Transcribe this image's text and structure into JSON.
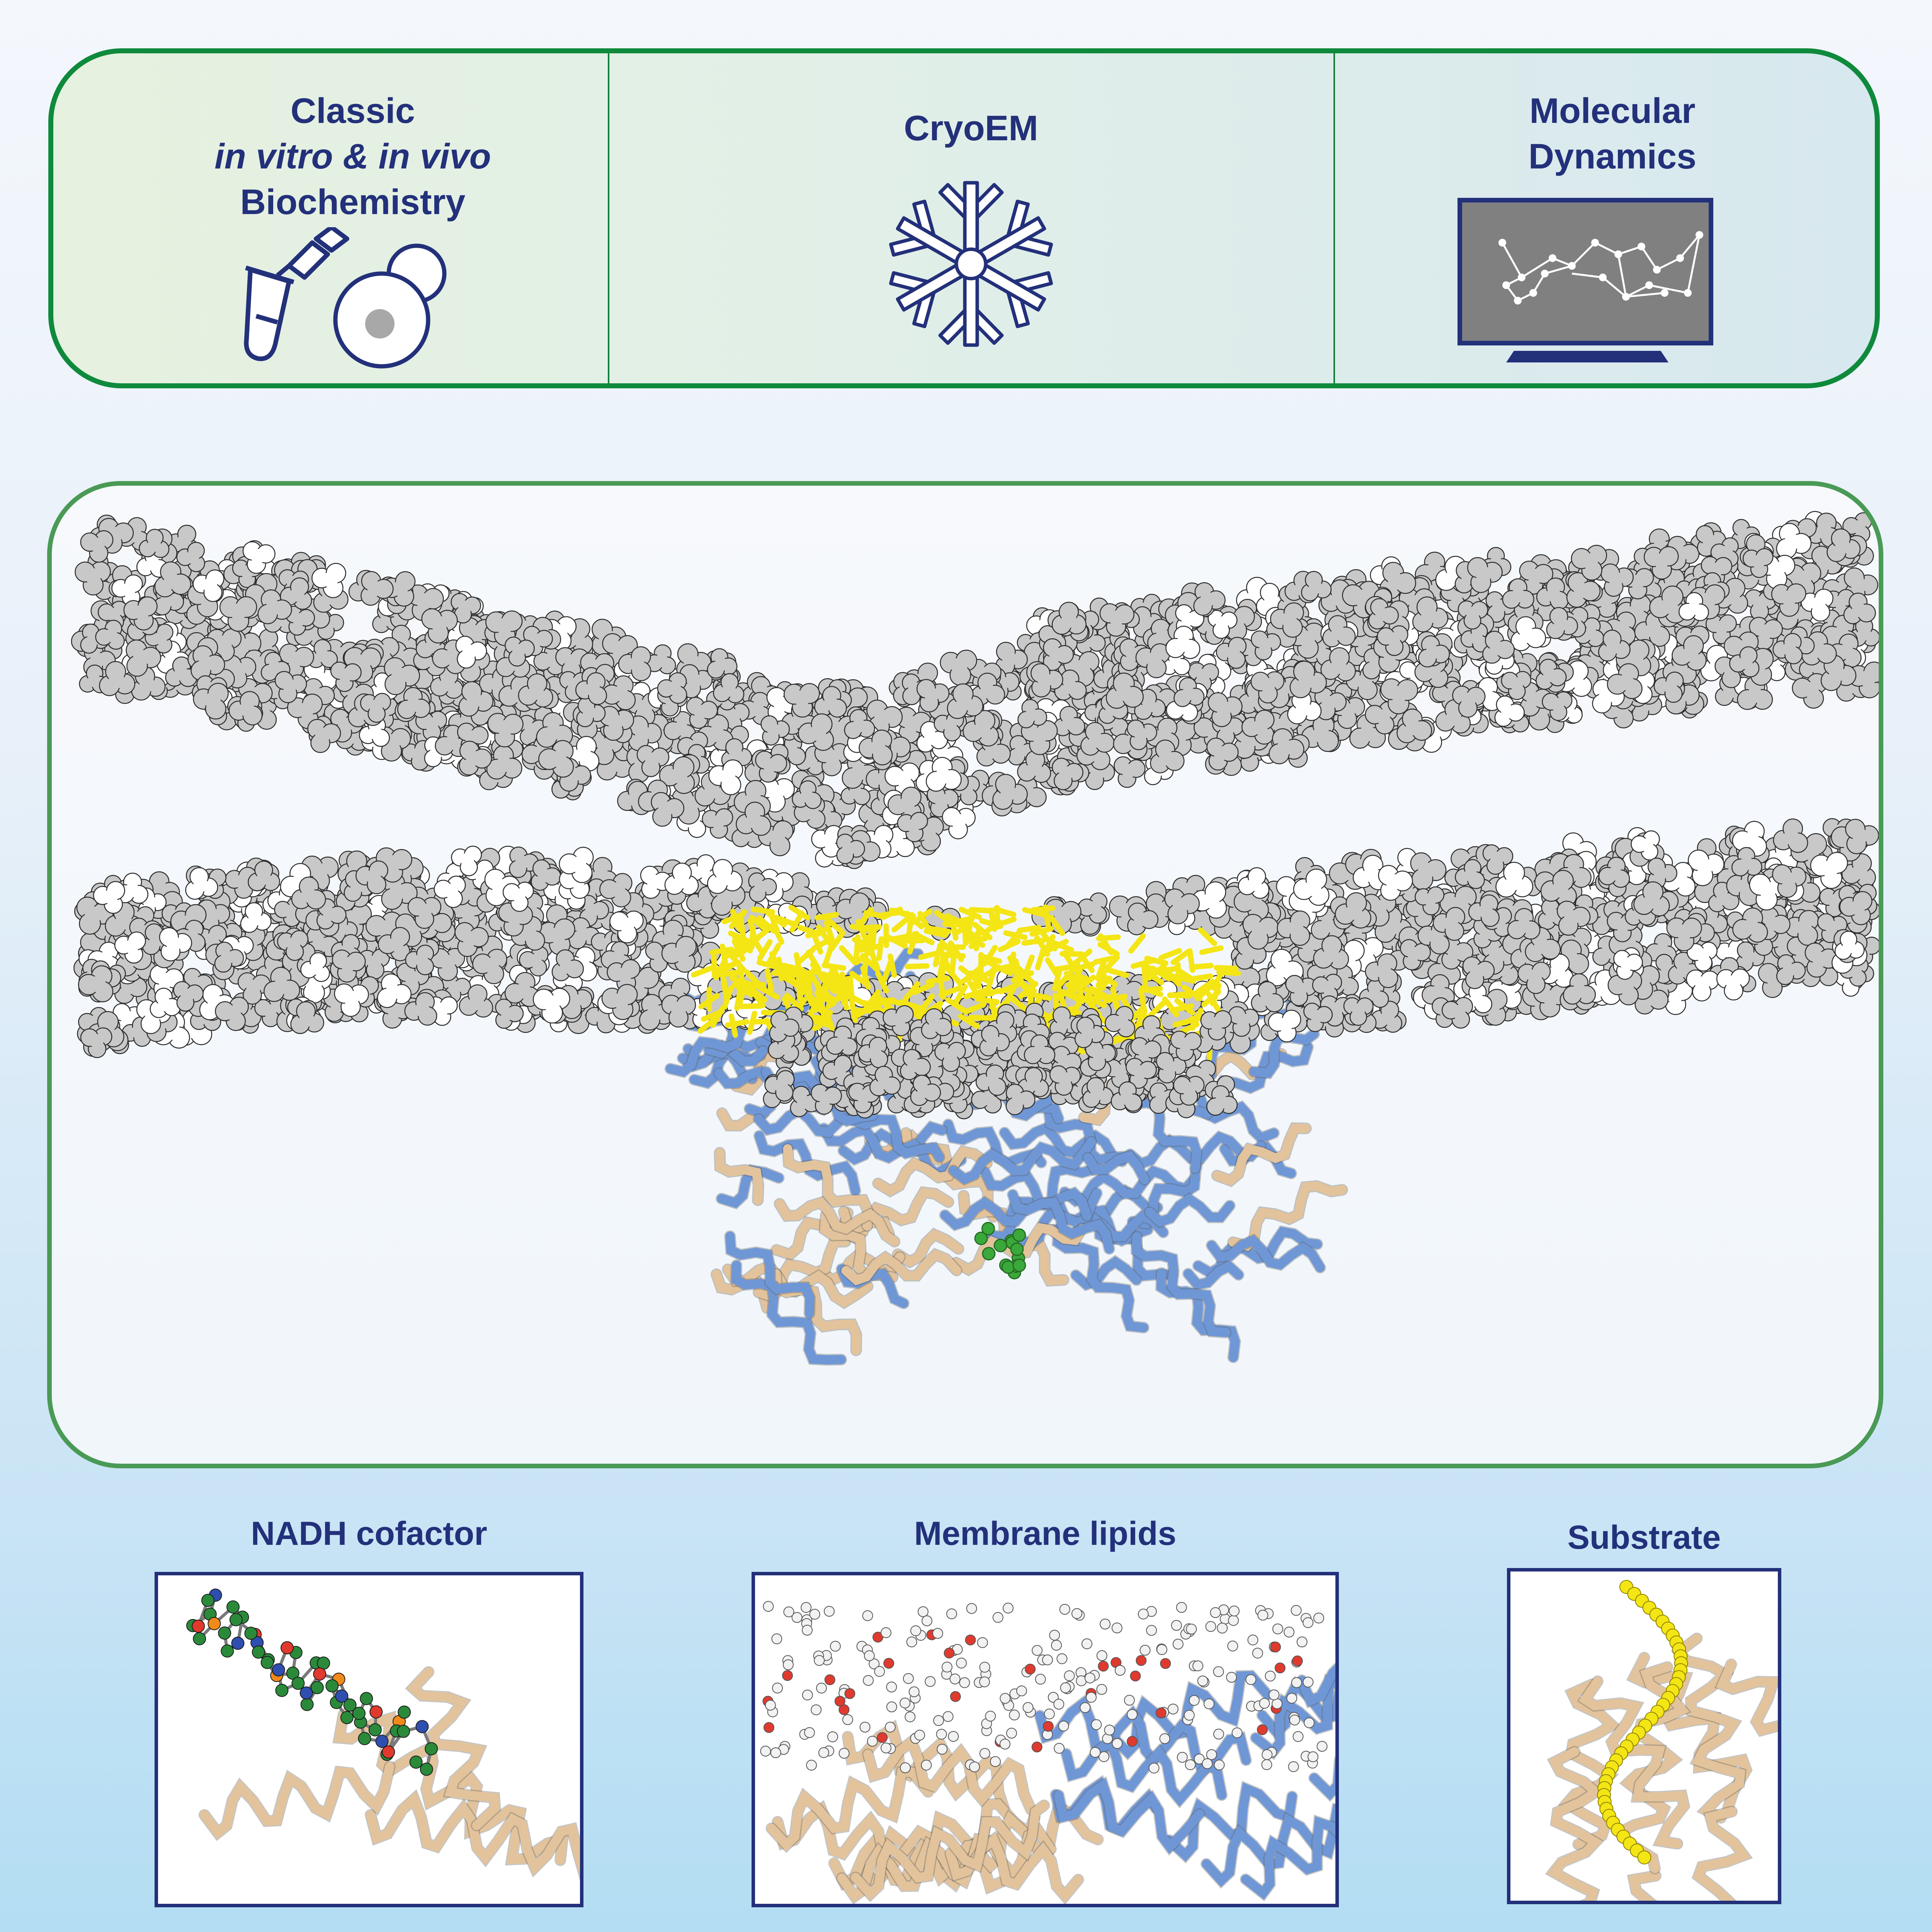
{
  "methods": {
    "biochemistry": {
      "line1": "Classic",
      "line2": "in vitro & in vivo",
      "line3": "Biochemistry",
      "icons": [
        "pipette-tube-icon",
        "cell-icon"
      ]
    },
    "cryoem": {
      "label": "CryoEM",
      "icon": "snowflake-icon"
    },
    "md": {
      "line1": "Molecular",
      "line2": "Dynamics",
      "icon": "monitor-network-icon"
    }
  },
  "insets": {
    "nadh": {
      "title": "NADH cofactor"
    },
    "lipids": {
      "title": "Membrane lipids"
    },
    "substrate": {
      "title": "Substrate"
    }
  },
  "colors": {
    "panel_border": "#0f8a3c",
    "label_text": "#23307a",
    "lipid_gray": "#c8c8c8",
    "lipid_yellow": "#f4e515",
    "protein_tan": "#e2c39c",
    "protein_blue": "#6f97d6",
    "cofactor_green": "#3aa83a"
  }
}
